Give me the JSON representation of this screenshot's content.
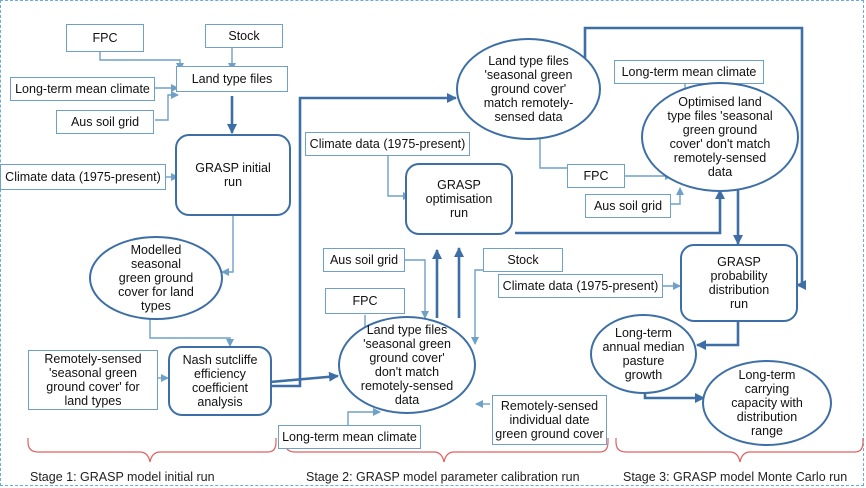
{
  "boxes": {
    "fpc1": "FPC",
    "stock1": "Stock",
    "ltmc1": "Long-term mean climate",
    "landtype": "Land type files",
    "aussoil1": "Aus soil grid",
    "climate1": "Climate data (1975-present)",
    "remote1": "Remotely-sensed\n'seasonal green\nground cover' for\nland types",
    "climate2": "Climate data (1975-present)",
    "aussoil2": "Aus soil grid",
    "fpc2": "FPC",
    "stock2": "Stock",
    "ltmc2": "Long-term mean climate",
    "remote2": "Remotely-sensed\nindividual date\ngreen ground cover",
    "ltmc3": "Long-term mean climate",
    "fpc3": "FPC",
    "aussoil3": "Aus soil grid",
    "climate3": "Climate data (1975-present)"
  },
  "nodes": {
    "grasp_initial": "GRASP initial\nrun",
    "nash": "Nash sutcliffe\nefficiency\ncoefficient\nanalysis",
    "grasp_opt": "GRASP\noptimisation\nrun",
    "grasp_prob": "GRASP\nprobability\ndistribution\nrun"
  },
  "ellipses": {
    "modelled": "Modelled\nseasonal\ngreen ground\ncover for land\ntypes",
    "ltf_dont": "Land type files\n'seasonal green\nground cover'\ndon't match\nremotely-sensed\ndata",
    "ltf_match": "Land type files\n'seasonal green\nground cover'\nmatch remotely-\nsensed data",
    "optimised": "Optimised land\ntype files 'seasonal\ngreen ground\ncover' don't match\nremotely-sensed\ndata",
    "ltm_growth": "Long-term\nannual median\npasture\ngrowth",
    "ltc_capacity": "Long-term\ncarrying\ncapacity with\ndistribution\nrange"
  },
  "stages": {
    "stage1": "Stage 1: GRASP model initial run",
    "stage2": "Stage 2: GRASP model parameter calibration run",
    "stage3": "Stage 3: GRASP model Monte Carlo run"
  },
  "colors": {
    "thin_line": "#6fa0c8",
    "thick_line": "#3d6fa6",
    "brace": "#e06060"
  }
}
